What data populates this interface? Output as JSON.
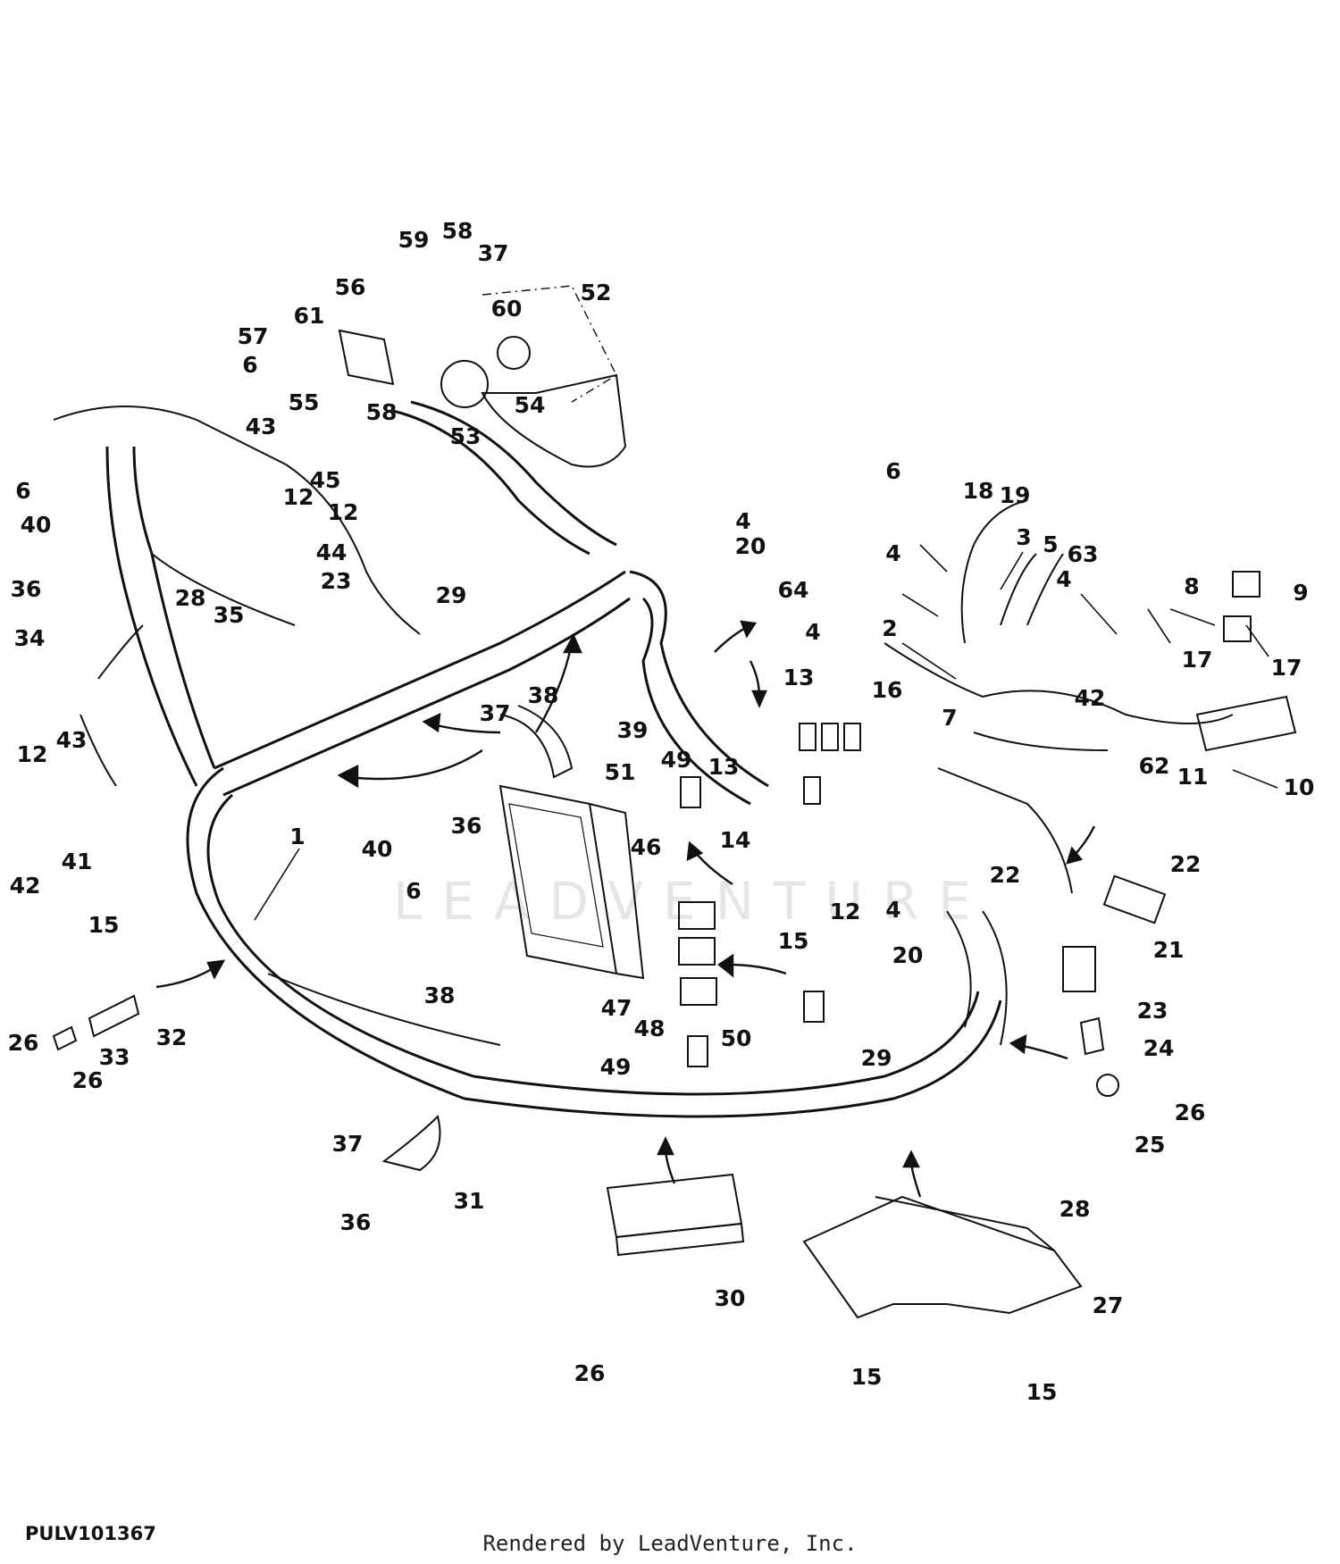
{
  "figure_id": "PULV101367",
  "credit": "Rendered by LeadVenture, Inc.",
  "watermark": "LEADVENTURE",
  "callouts": [
    "1",
    "2",
    "3",
    "4",
    "5",
    "6",
    "7",
    "8",
    "9",
    "10",
    "11",
    "12",
    "13",
    "14",
    "15",
    "16",
    "17",
    "18",
    "19",
    "20",
    "21",
    "22",
    "23",
    "24",
    "25",
    "26",
    "27",
    "28",
    "29",
    "30",
    "31",
    "32",
    "33",
    "34",
    "35",
    "36",
    "37",
    "38",
    "39",
    "40",
    "41",
    "42",
    "43",
    "44",
    "45",
    "46",
    "47",
    "48",
    "49",
    "50",
    "51",
    "52",
    "53",
    "54",
    "55",
    "56",
    "57",
    "58",
    "59",
    "60",
    "61",
    "62",
    "63",
    "64"
  ]
}
